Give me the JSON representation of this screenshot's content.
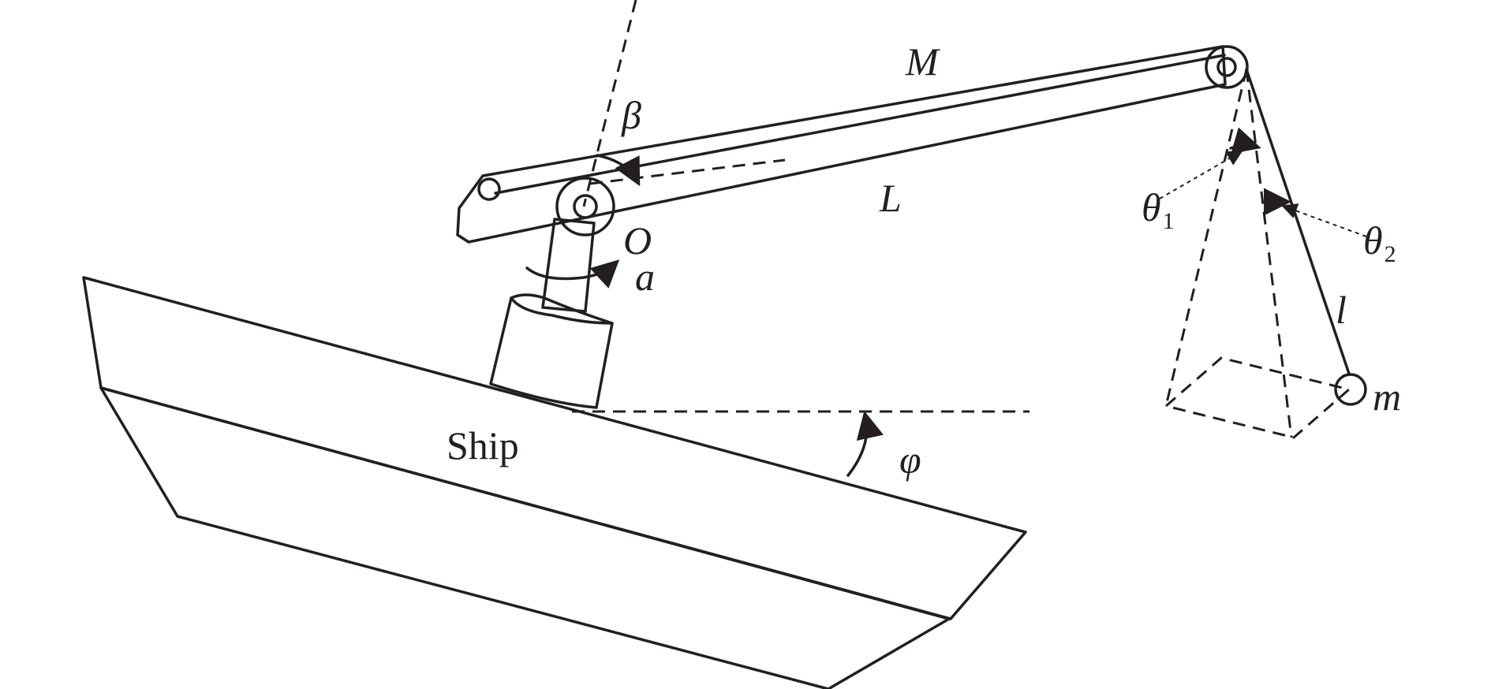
{
  "labels": {
    "boom_mass": "M",
    "boom_length": "L",
    "slew_angle": "β",
    "pivot": "O",
    "luff_angle": "a",
    "swing_angle_1": "θ",
    "swing_angle_1_sub": "1",
    "swing_angle_2": "θ",
    "swing_angle_2_sub": "2",
    "rope_length": "l",
    "payload_mass": "m",
    "ship": "Ship",
    "roll_angle": "φ"
  },
  "colors": {
    "stroke": "#231f20",
    "deck": "#c8c9cb",
    "pedestal": "#dedfe1",
    "hub": "#a7a9ac",
    "background": "#ffffff"
  }
}
